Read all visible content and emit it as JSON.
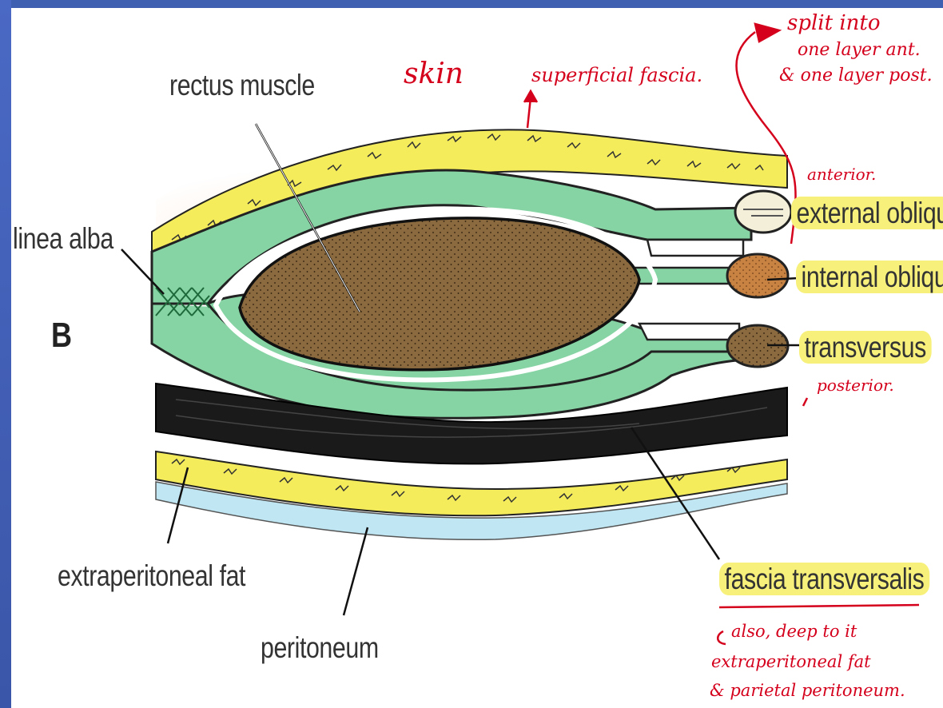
{
  "diagram": {
    "panel_letter": "B",
    "labels": {
      "rectus_muscle": "rectus muscle",
      "linea_alba": "linea alba",
      "external_oblique": "external oblique",
      "internal_oblique": "internal oblique",
      "transversus": "transversus",
      "extraperitoneal_fat": "extraperitoneal fat",
      "peritoneum": "peritoneum",
      "fascia_transversalis": "fascia transversalis"
    },
    "annotations": {
      "skin": "skin",
      "superficial_fascia": "superficial fascia.",
      "split_line1": "split into",
      "split_line2": "one layer ant.",
      "split_line3": "& one layer post.",
      "anterior": "anterior.",
      "posterior": "posterior.",
      "deep_line1": "also, deep to it",
      "deep_line2": "extraperitoneal fat",
      "deep_line3": "& parietal peritoneum."
    }
  },
  "colors": {
    "fat_yellow": "#f4ec5a",
    "sheath_green": "#86d4a4",
    "muscle_brown": "#8a6a3e",
    "internal_oblique_orange": "#c88242",
    "peritoneum_blue": "#bfe6f2",
    "fascia_black": "#1a1a1a",
    "annotation_red": "#d4001c",
    "highlight": "#f7f17c",
    "frame_blue": "#3f5fb0"
  }
}
